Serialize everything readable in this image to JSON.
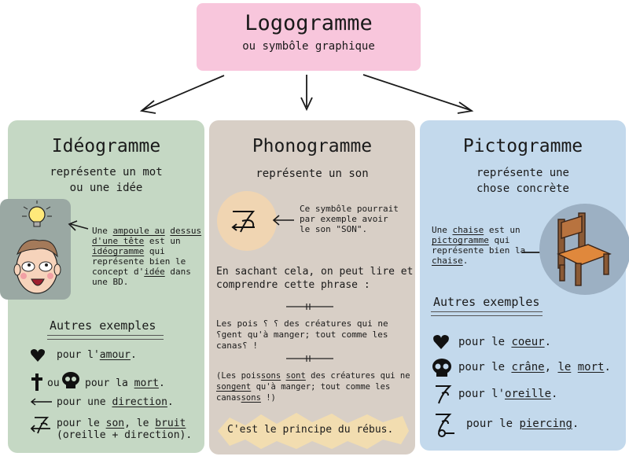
{
  "top": {
    "title": "Logogramme",
    "subtitle": "ou symbôle graphique"
  },
  "ideo": {
    "title": "Idéogramme",
    "subtitle_line1": "représente un mot",
    "subtitle_line2": "ou une idée",
    "desc": [
      "Une ",
      "ampoule au",
      " ",
      "dessus d'une tête",
      " est un ",
      "idéogramme",
      " qui représente bien le concept d'",
      "idée",
      " dans une BD."
    ],
    "examples_header": "Autres exemples",
    "ex1": [
      "pour l'",
      "amour",
      "."
    ],
    "ex2_or": "ou",
    "ex2": [
      "pour la ",
      "mort",
      "."
    ],
    "ex3": [
      "pour une ",
      "direction",
      "."
    ],
    "ex4_a": [
      "pour le ",
      "son",
      ", le ",
      "bruit"
    ],
    "ex4_b": "(oreille + direction)."
  },
  "phono": {
    "title": "Phonogramme",
    "subtitle": "représente un son",
    "symbol_note": [
      "Ce symbôle pourrait",
      "par exemple avoir",
      "le son \"SON\"."
    ],
    "intro": [
      "En sachant cela, on peut lire et",
      "comprendre cette phrase :"
    ],
    "rebus_1": "Les pois",
    "rebus_2": "des créatures qui ne",
    "rebus_3": "gent qu'à manger; tout comme les",
    "rebus_4": "canas",
    "rebus_5": "!",
    "answer": [
      "(Les pois",
      "sons",
      " ",
      "sont",
      " des créatures qui ne",
      "songent",
      " qu'à manger; tout comme les",
      "canas",
      "sons",
      " !)"
    ],
    "banner": "C'est le principe du rébus."
  },
  "picto": {
    "title": "Pictogramme",
    "subtitle_line1": "représente une",
    "subtitle_line2": "chose concrète",
    "desc": [
      "Une ",
      "chaise",
      " est un ",
      "pictogramme",
      " qui représente bien la ",
      "chaise",
      "."
    ],
    "examples_header": "Autres exemples",
    "ex1": [
      "pour le ",
      "coeur",
      "."
    ],
    "ex2": [
      "pour le ",
      "crâne",
      ", ",
      "le",
      " ",
      "mort",
      "."
    ],
    "ex3": [
      "pour l'",
      "oreille",
      "."
    ],
    "ex4": [
      "pour le ",
      "piercing",
      "."
    ]
  }
}
